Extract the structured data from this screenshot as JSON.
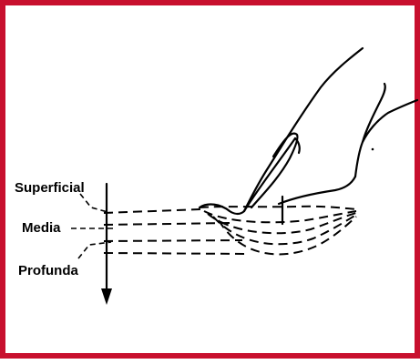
{
  "labels": {
    "superficial": "Superficial",
    "media": "Media",
    "profunda": "Profunda"
  },
  "colors": {
    "border": "#c8102e",
    "ink": "#000000",
    "background": "#ffffff"
  },
  "icons": {
    "hand": "hand-pressing-skin-icon",
    "depth_axis": "down-arrow-icon"
  }
}
